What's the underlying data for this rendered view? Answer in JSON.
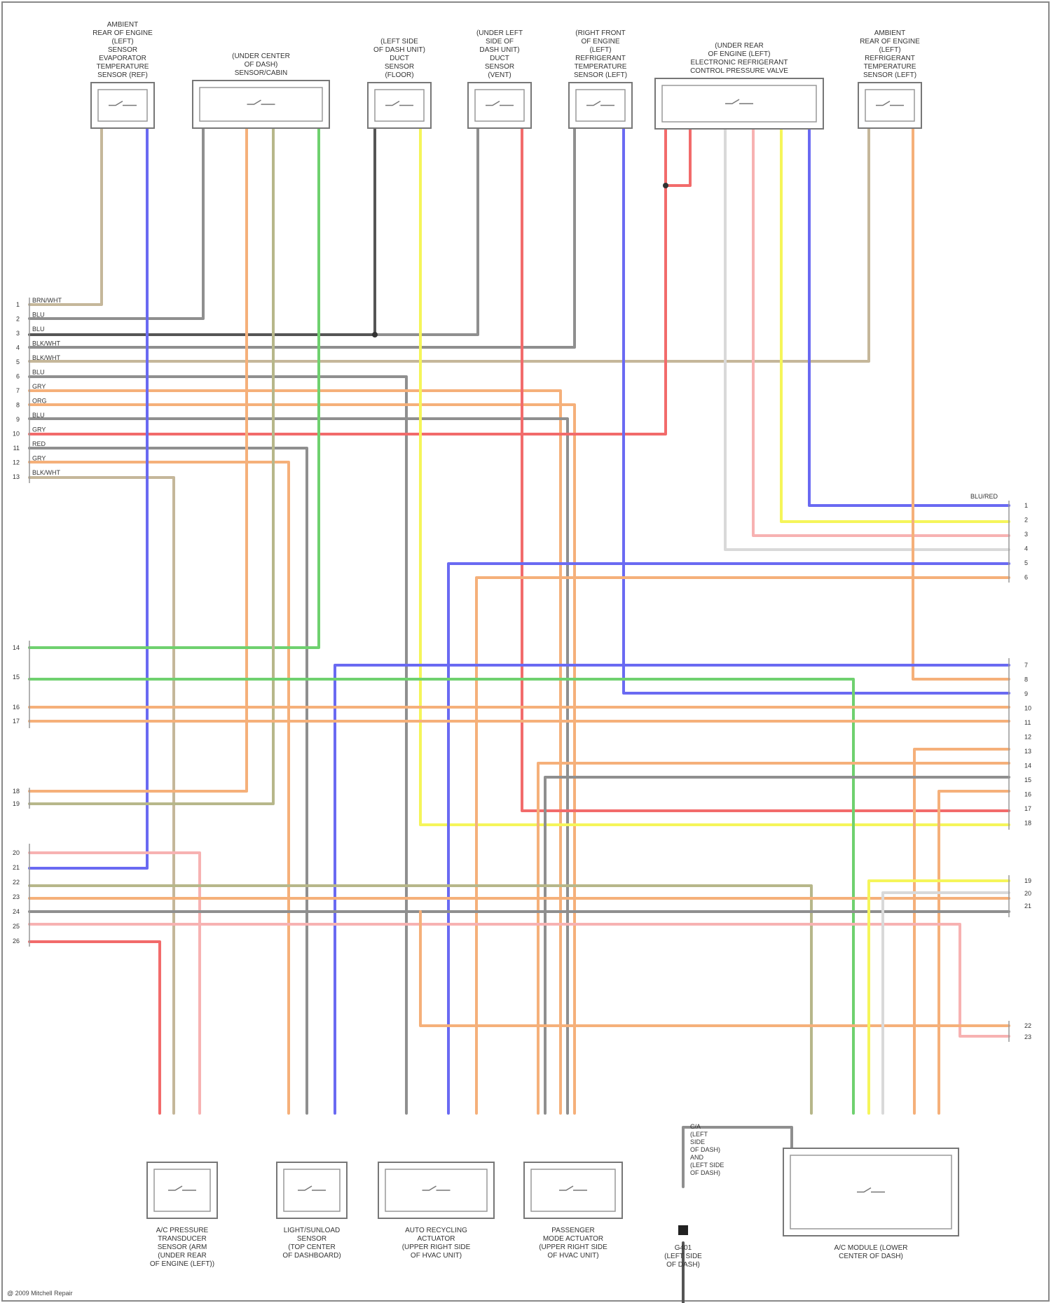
{
  "diagram": {
    "colors": {
      "BLU": "#6a6af2",
      "GRN": "#6fd16f",
      "ORG": "#f5b07a",
      "RED": "#f26b6b",
      "YEL": "#f5f55a",
      "PNK": "#f7b2b2",
      "BRN": "#c5b79a",
      "GRY": "#8f8f8f",
      "WHT": "#d9d9d9",
      "OLV": "#b7b78a",
      "BLK": "#555555"
    },
    "top_components": [
      {
        "caption": [
          "AMBIENT",
          "REAR OF ENGINE",
          "(LEFT)",
          "SENSOR",
          "EVAPORATOR",
          "TEMPERATURE",
          "SENSOR (REF)"
        ]
      },
      {
        "caption": [
          "(UNDER CENTER",
          "OF DASH)",
          "SENSOR/CABIN"
        ]
      },
      {
        "caption": [
          "(LEFT SIDE",
          "OF DASH UNIT)",
          "DUCT",
          "SENSOR",
          "(FLOOR)"
        ]
      },
      {
        "caption": [
          "(UNDER LEFT",
          "SIDE OF",
          "DASH UNIT)",
          "DUCT",
          "SENSOR",
          "(VENT)"
        ]
      },
      {
        "caption": [
          "(RIGHT FRONT",
          "OF ENGINE",
          "(LEFT)",
          "REFRIGERANT",
          "TEMPERATURE",
          "SENSOR (LEFT)"
        ]
      },
      {
        "caption": [
          "(UNDER REAR",
          "OF ENGINE (LEFT)",
          "ELECTRONIC REFRIGERANT",
          "CONTROL PRESSURE VALVE"
        ]
      },
      {
        "caption": [
          "AMBIENT",
          "REAR OF ENGINE",
          "(LEFT)",
          "REFRIGERANT",
          "TEMPERATURE",
          "SENSOR (LEFT)"
        ]
      }
    ],
    "bottom_components": [
      {
        "caption": [
          "A/C PRESSURE",
          "TRANSDUCER",
          "SENSOR (ARM",
          "(UNDER REAR",
          "OF ENGINE (LEFT))"
        ]
      },
      {
        "caption": [
          "LIGHT/SUNLOAD",
          "SENSOR",
          "(TOP CENTER",
          "OF DASHBOARD)"
        ]
      },
      {
        "caption": [
          "AUTO RECYCLING",
          "ACTUATOR",
          "(UPPER RIGHT SIDE",
          "OF HVAC UNIT)"
        ]
      },
      {
        "caption": [
          "PASSENGER",
          "MODE ACTUATOR",
          "(UPPER RIGHT SIDE",
          "OF HVAC UNIT)"
        ]
      },
      {
        "caption": [
          "G401",
          "(LEFT SIDE",
          "OF DASH)"
        ]
      },
      {
        "caption": [
          "A/C MODULE (LOWER",
          "CENTER OF DASH)"
        ]
      }
    ],
    "splice_note": [
      "C/A",
      "(LEFT",
      "SIDE",
      "OF DASH)",
      "AND",
      "(LEFT SIDE",
      "OF DASH)"
    ],
    "left_pins": {
      "group1": [
        "1",
        "2",
        "3",
        "4",
        "5",
        "6",
        "7",
        "8",
        "9",
        "10",
        "11",
        "12",
        "13"
      ],
      "group2": [
        "14",
        "15"
      ],
      "group3": [
        "16",
        "17"
      ],
      "group4": [
        "18",
        "19"
      ],
      "group5": [
        "20",
        "21",
        "22",
        "23",
        "24",
        "25",
        "26"
      ]
    },
    "right_pins": {
      "group1": [
        "1",
        "2",
        "3",
        "4",
        "5",
        "6"
      ],
      "group2": [
        "7",
        "8",
        "9",
        "10",
        "11",
        "12",
        "13",
        "14",
        "15",
        "16",
        "17",
        "18"
      ],
      "group3": [
        "19",
        "20",
        "21"
      ],
      "group4": [
        "22",
        "23"
      ]
    },
    "right_header": "BLU/RED",
    "left_wire_labels": [
      "BRN/WHT",
      "BLU",
      "BLU",
      "BLK/WHT",
      "BLK/WHT",
      "BLU",
      "GRY",
      "ORG",
      "BLU",
      "GRY",
      "RED",
      "GRY",
      "BLK/WHT"
    ],
    "credit": "@ 2009 Mitchell Repair"
  }
}
